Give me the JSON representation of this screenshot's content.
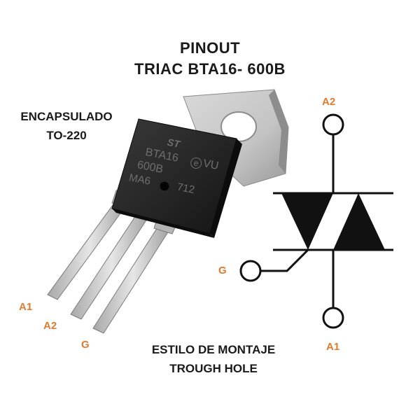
{
  "title": {
    "line1": "PINOUT",
    "line2": "TRIAC BTA16- 600B"
  },
  "package": {
    "line1": "ENCAPSULADO",
    "line2": "TO-220"
  },
  "mounting": {
    "line1": "ESTILO DE MONTAJE",
    "line2": "TROUGH HOLE"
  },
  "chip_marking": {
    "logo": "ST",
    "part": "BTA16",
    "suffix": "600B",
    "code": "VU",
    "lot": "MA6",
    "date": "712"
  },
  "package_pins": {
    "a1": "A1",
    "a2": "A2",
    "g": "G"
  },
  "symbol_pins": {
    "a2": "A2",
    "g": "G",
    "a1": "A1"
  },
  "colors": {
    "pin_label": "#e07a2c",
    "text": "#1a1a1a"
  }
}
